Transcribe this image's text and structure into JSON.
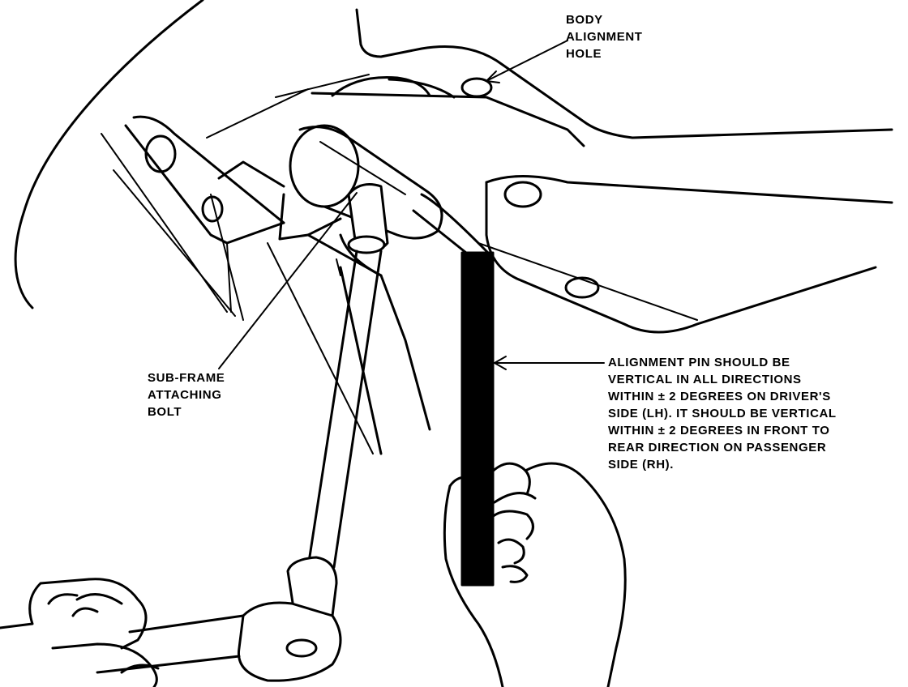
{
  "colors": {
    "ink": "#000000",
    "paper": "#ffffff"
  },
  "callouts": {
    "body_alignment_hole": [
      "BODY",
      "ALIGNMENT",
      "HOLE"
    ],
    "sub_frame_bolt": [
      "SUB-FRAME",
      "ATTACHING",
      "BOLT"
    ],
    "alignment_pin": [
      "ALIGNMENT PIN SHOULD BE",
      "VERTICAL IN ALL DIRECTIONS",
      "WITHIN ± 2 DEGREES ON DRIVER'S",
      "SIDE (LH). IT SHOULD BE VERTICAL",
      "WITHIN ± 2 DEGREES IN FRONT TO",
      "REAR DIRECTION ON PASSENGER",
      "SIDE (RH)."
    ]
  }
}
